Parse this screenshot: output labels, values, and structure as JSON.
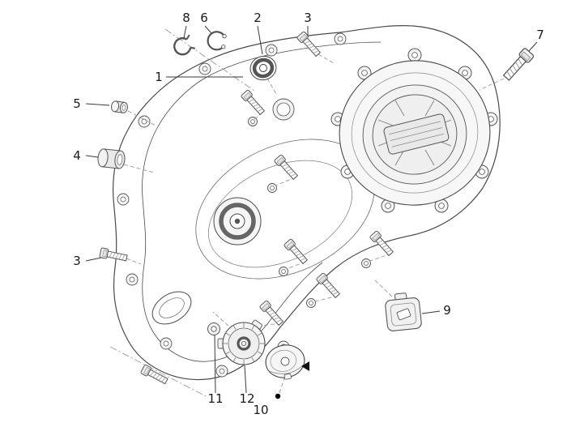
{
  "diagram": {
    "callouts": [
      {
        "id": "1",
        "label": "1"
      },
      {
        "id": "2",
        "label": "2"
      },
      {
        "id": "3-top",
        "label": "3"
      },
      {
        "id": "3-left",
        "label": "3"
      },
      {
        "id": "4",
        "label": "4"
      },
      {
        "id": "5",
        "label": "5"
      },
      {
        "id": "6",
        "label": "6"
      },
      {
        "id": "7",
        "label": "7"
      },
      {
        "id": "8",
        "label": "8"
      },
      {
        "id": "9",
        "label": "9"
      },
      {
        "id": "10",
        "label": "10"
      },
      {
        "id": "11",
        "label": "11"
      },
      {
        "id": "12",
        "label": "12"
      }
    ],
    "colors": {
      "background": "#ffffff",
      "line": "#4a4a4a",
      "dash_line": "#999999",
      "part_fill": "#f6f6f6",
      "marker_dot": "#000000"
    }
  }
}
